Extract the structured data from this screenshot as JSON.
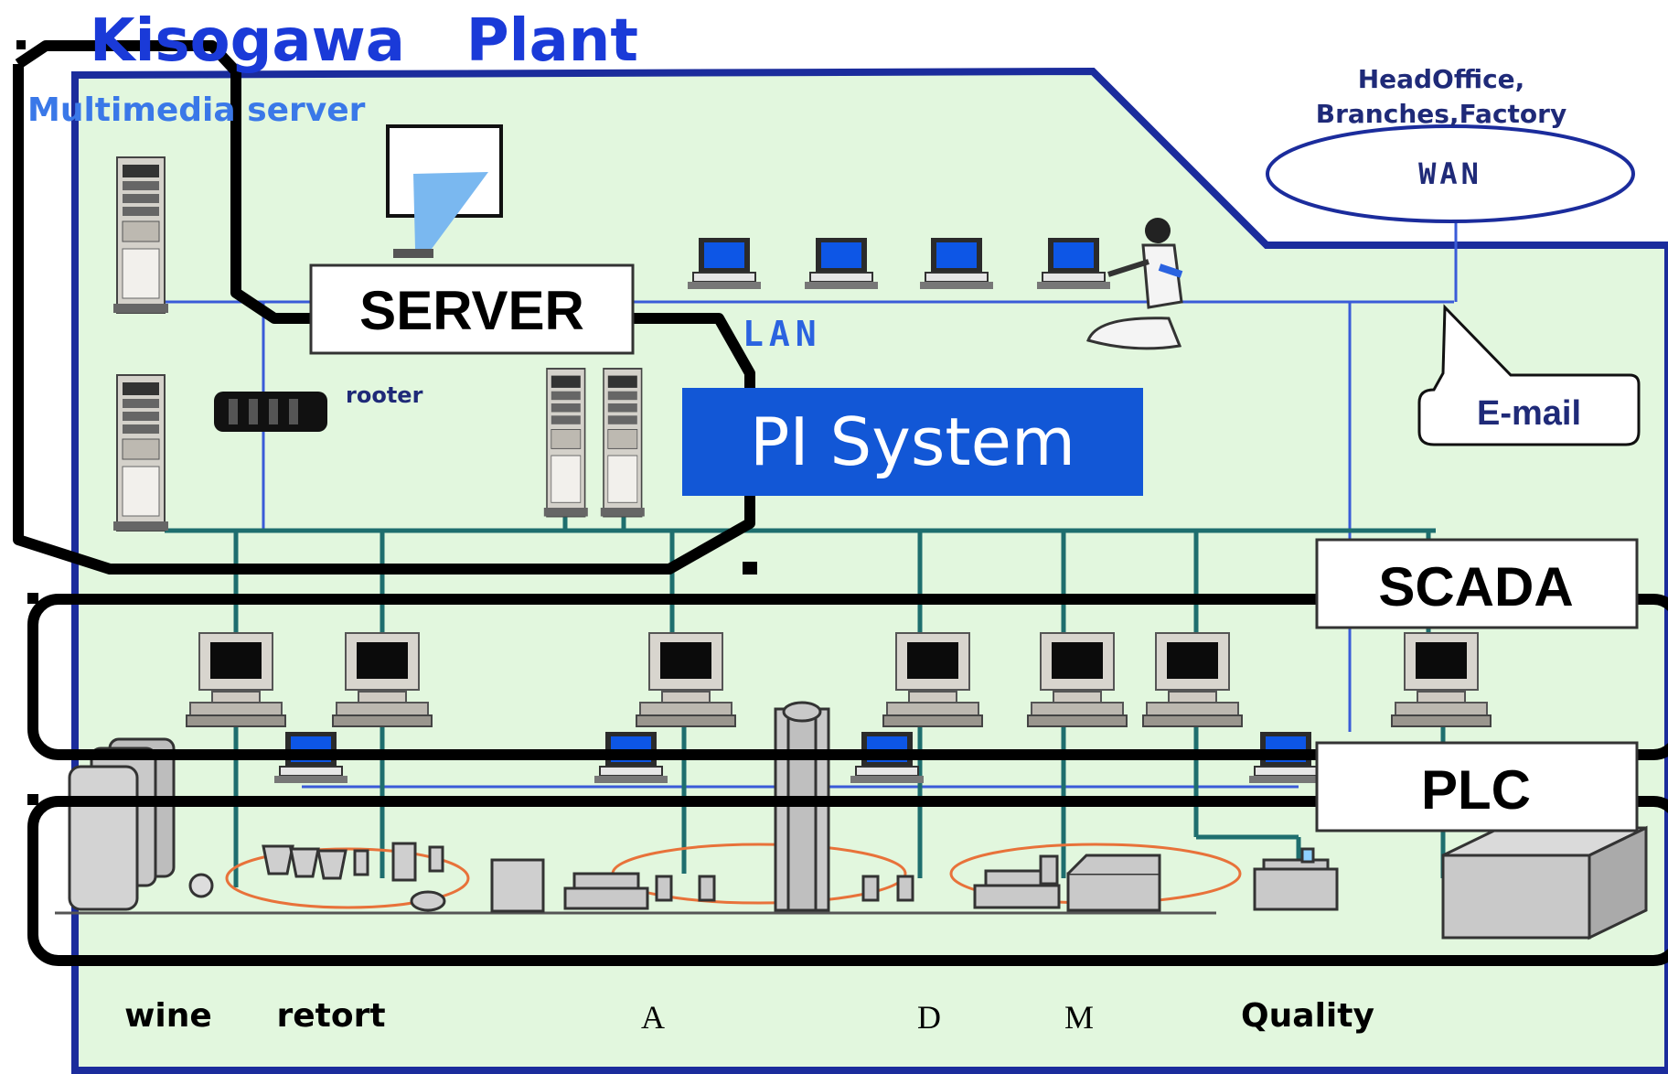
{
  "title": "Kisogawa   Plant",
  "multimedia_server": "Multimedia server",
  "wan": {
    "heading_line1": "HeadOffice,",
    "heading_line2": "Branches,Factory",
    "label": "WAN"
  },
  "server_label": "SERVER",
  "lan_label": "LAN",
  "rooter_label": "rooter",
  "email_label": "E-mail",
  "pi_system_label": "PI System",
  "scada_label": "SCADA",
  "plc_label": "PLC",
  "bottom_labels": {
    "wine": "wine",
    "retort": "retort",
    "a": "A",
    "d": "D",
    "m": "M",
    "quality": "Quality"
  },
  "colors": {
    "plant_fill": "#e2f7de",
    "plant_border": "#1b2c9c",
    "lan_line": "#3a5bd8",
    "bus_line": "#1e6e6e",
    "pi_box": "#1257d6",
    "ellipse_orange": "#e8723a"
  }
}
